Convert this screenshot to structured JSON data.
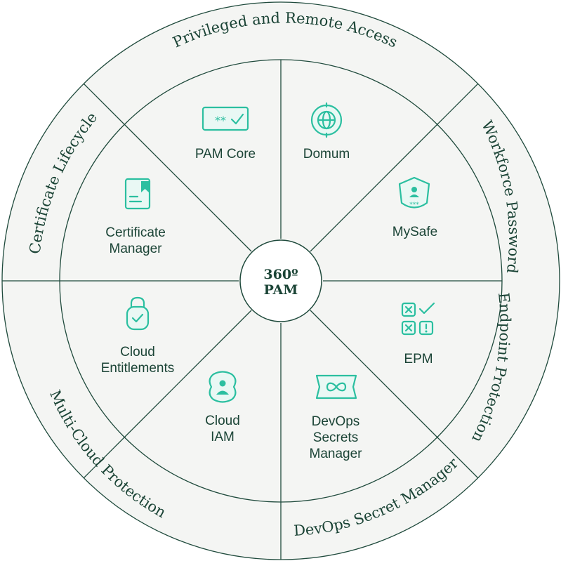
{
  "hub": {
    "line1": "360º",
    "line2": "PAM"
  },
  "outer_ring": [
    {
      "label": "Privileged and Remote Access"
    },
    {
      "label": "Workforce Password"
    },
    {
      "label": "Endpoint Protection"
    },
    {
      "label": "DevOps Secret Manager"
    },
    {
      "label": "Multi-Cloud Protection"
    },
    {
      "label": "Certificate Lifecycle"
    }
  ],
  "products": [
    {
      "icon": "password-card-icon",
      "lines": [
        "PAM Core"
      ]
    },
    {
      "icon": "globe-icon",
      "lines": [
        "Domum"
      ]
    },
    {
      "icon": "user-shield-icon",
      "lines": [
        "MySafe"
      ]
    },
    {
      "icon": "checklist-grid-icon",
      "lines": [
        "EPM"
      ]
    },
    {
      "icon": "infinity-card-icon",
      "lines": [
        "DevOps",
        "Secrets",
        "Manager"
      ]
    },
    {
      "icon": "user-cloud-icon",
      "lines": [
        "Cloud",
        "IAM"
      ]
    },
    {
      "icon": "padlock-check-icon",
      "lines": [
        "Cloud",
        "Entitlements"
      ]
    },
    {
      "icon": "certificate-document-icon",
      "lines": [
        "Certificate",
        "Manager"
      ]
    }
  ],
  "colors": {
    "ring_fill": "#f4f5f3",
    "line": "#1f4a3c",
    "text": "#1b4436",
    "icon": "#2bbfa0"
  }
}
